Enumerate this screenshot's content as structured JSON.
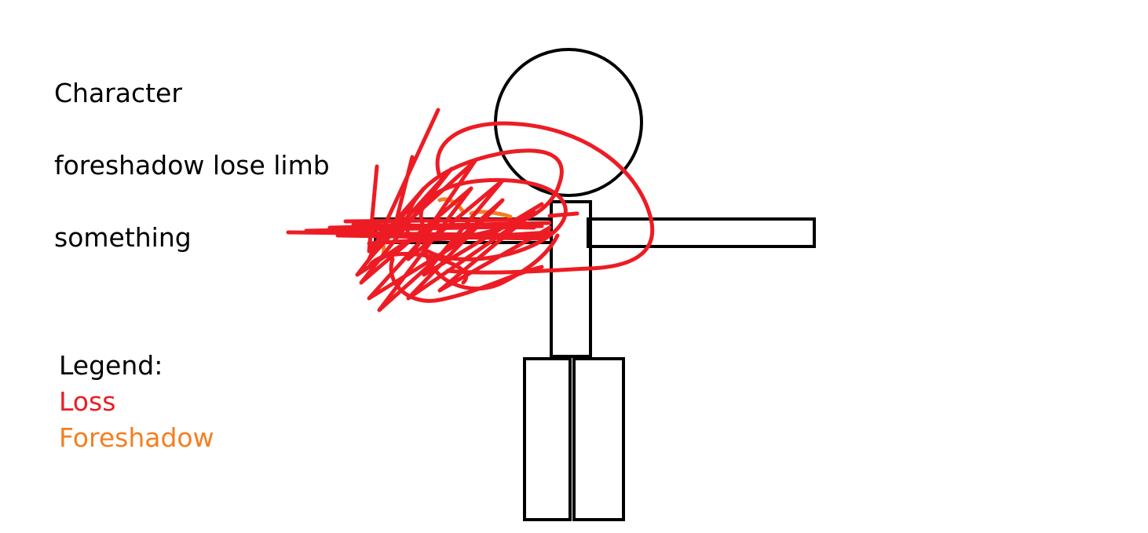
{
  "note": {
    "line1": "Character",
    "line2": "foreshadow lose limb",
    "line3": "something"
  },
  "legend": {
    "title": "Legend:",
    "items": [
      {
        "label": "Loss",
        "color": "#ed1c24"
      },
      {
        "label": "Foreshadow",
        "color": "#f47f20"
      }
    ]
  },
  "figure": {
    "stroke_color": "#000000",
    "scribble_color": "#ed1c24",
    "foreshadow_color": "#f47f20",
    "parts": [
      "head",
      "torso",
      "right-arm",
      "left-arm-scribbled",
      "left-leg",
      "right-leg"
    ]
  }
}
